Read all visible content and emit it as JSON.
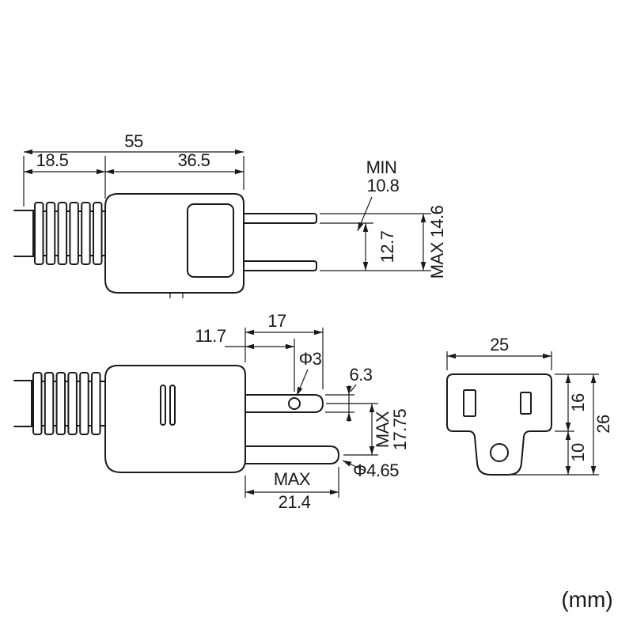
{
  "unit_label": "(mm)",
  "top_view": {
    "overall_width": "55",
    "grip_length": "18.5",
    "body_length": "36.5",
    "blade_gap_min_label": "MIN",
    "blade_gap_min_value": "10.8",
    "blade_pitch": "12.7",
    "blade_span_max": "MAX 14.6"
  },
  "side_view": {
    "hole_offset": "11.7",
    "blade_length": "17",
    "hole_diameter": "Φ3",
    "blade_width": "6.3",
    "pin_spacing_max_label": "MAX",
    "pin_spacing_max_value": "17.75",
    "pin_length_max_label": "MAX",
    "pin_length_max_value": "21.4",
    "pin_diameter": "Φ4.65"
  },
  "face_view": {
    "width": "25",
    "upper_height": "16",
    "tab_height": "10",
    "overall_height": "26"
  },
  "colors": {
    "line": "#1a1a1a",
    "background": "#ffffff"
  }
}
